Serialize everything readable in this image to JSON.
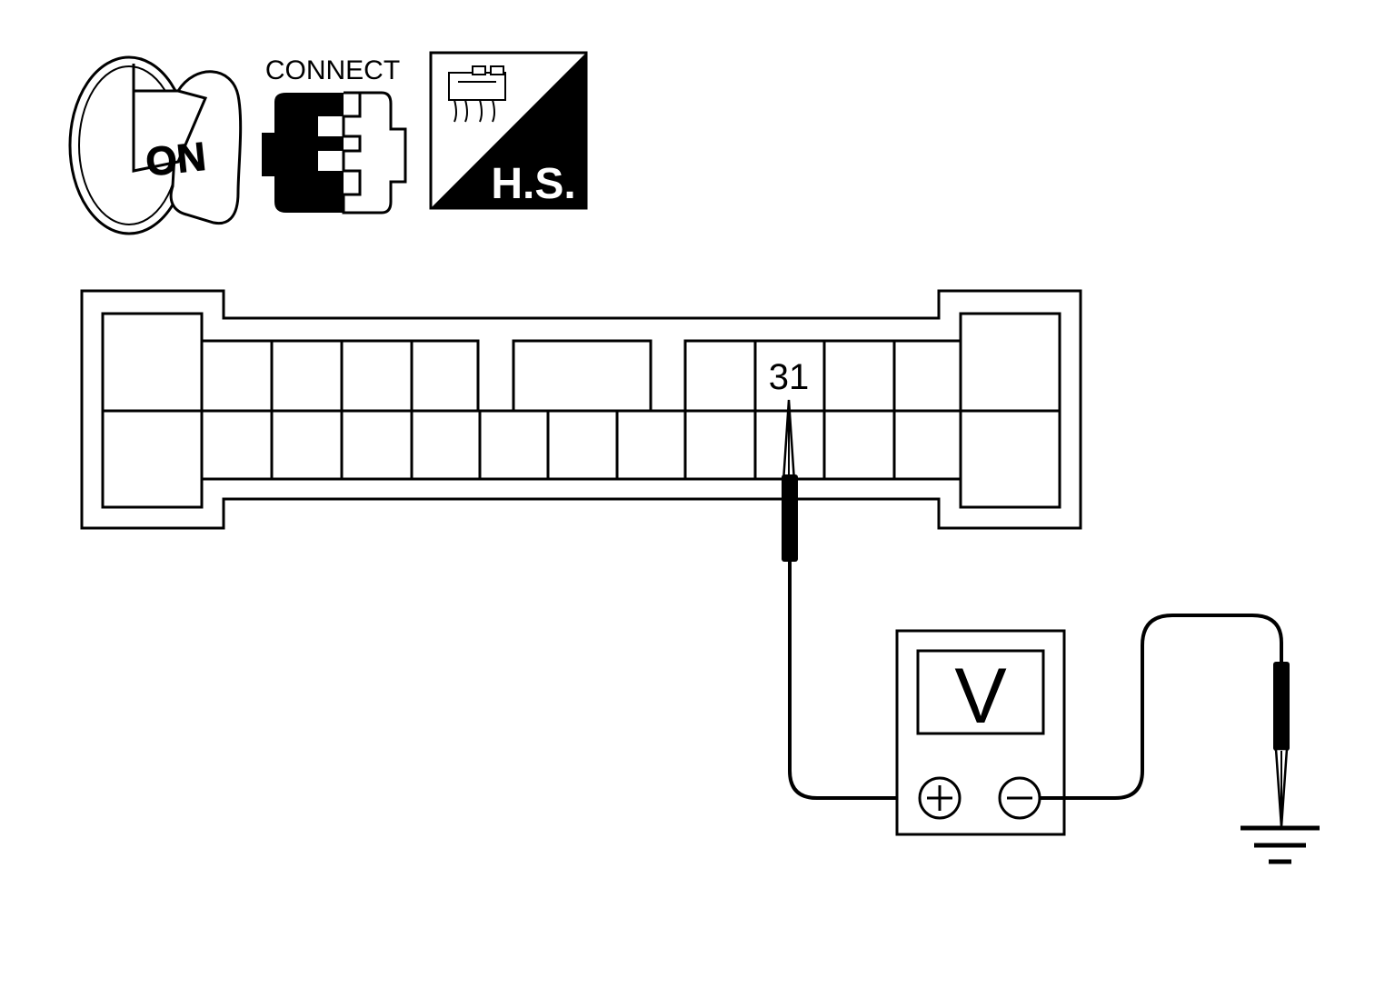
{
  "icons": {
    "ignition": {
      "label": "ON",
      "icon": "ignition-key-icon"
    },
    "connect": {
      "label": "CONNECT",
      "icon": "connector-connect-icon"
    },
    "harness_side": {
      "label": "H.S.",
      "icon": "harness-side-icon"
    }
  },
  "connector": {
    "terminal_label": "31"
  },
  "voltmeter": {
    "display": "V",
    "positive_symbol": "+",
    "negative_symbol": "−"
  },
  "ground": {
    "icon": "ground-symbol-icon"
  },
  "colors": {
    "line": "#000000",
    "background": "#ffffff"
  }
}
